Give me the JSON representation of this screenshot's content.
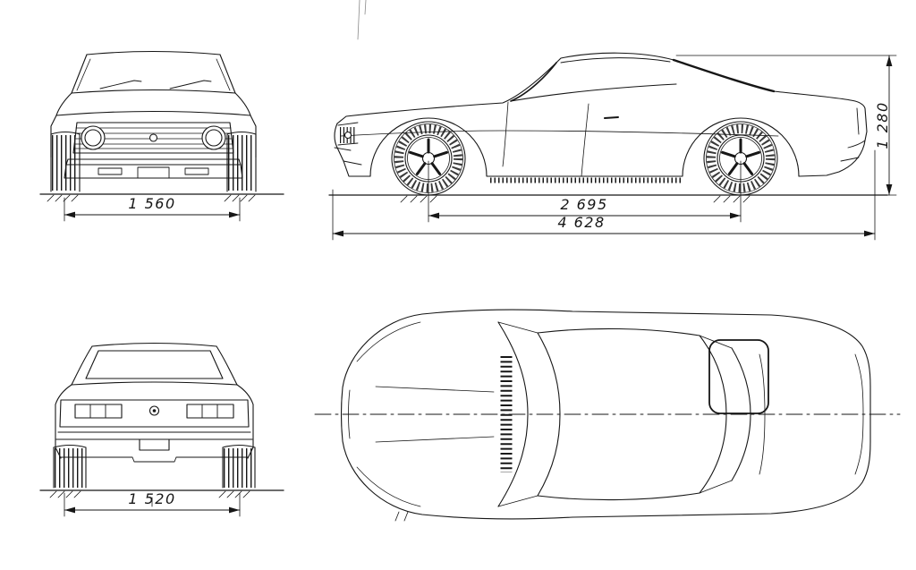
{
  "colors": {
    "ink": "#161616",
    "paper": "#ffffff"
  },
  "dimensions": {
    "front_track": "1 560",
    "wheelbase": "2 695",
    "overall_length": "4 628",
    "overall_height": "1 280",
    "rear_track": "1 520"
  }
}
